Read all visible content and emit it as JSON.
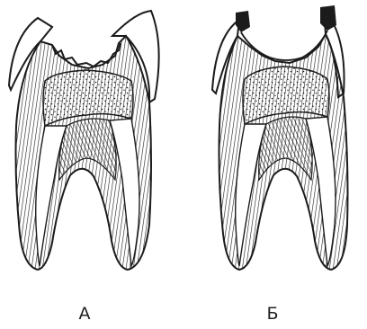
{
  "figure": {
    "labels": {
      "a": "А",
      "b": "Б"
    },
    "panels": [
      {
        "id": "a",
        "variant": "cavity-open"
      },
      {
        "id": "b",
        "variant": "cavity-sealed-dark-margins"
      }
    ],
    "colors": {
      "ink": "#1b1b1b",
      "background": "#ffffff"
    }
  }
}
